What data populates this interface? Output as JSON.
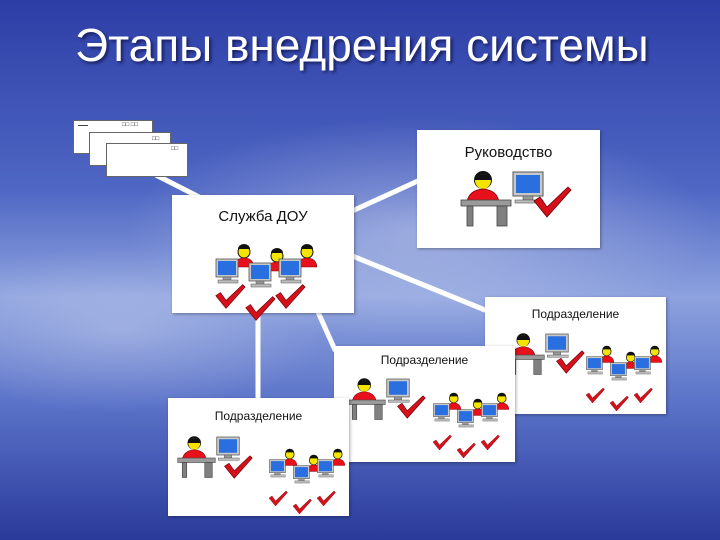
{
  "slide": {
    "title": "Этапы внедрения системы"
  },
  "nodes": {
    "management": {
      "label": "Руководство"
    },
    "service": {
      "label": "Служба ДОУ"
    },
    "division_right": {
      "label": "Подразделение"
    },
    "division_middle": {
      "label": "Подразделение"
    },
    "division_left": {
      "label": "Подразделение"
    }
  },
  "colors": {
    "background": "#3b52b8",
    "panel": "#ffffff",
    "connector": "#ffffff",
    "person_shirt": "#e8101a",
    "person_head": "#f5e400",
    "checkmark": "#d6101a",
    "monitor": "#2a6fe0"
  },
  "icons": [
    "document-stack-icon",
    "user-workstation-icon",
    "checkmark-icon"
  ]
}
